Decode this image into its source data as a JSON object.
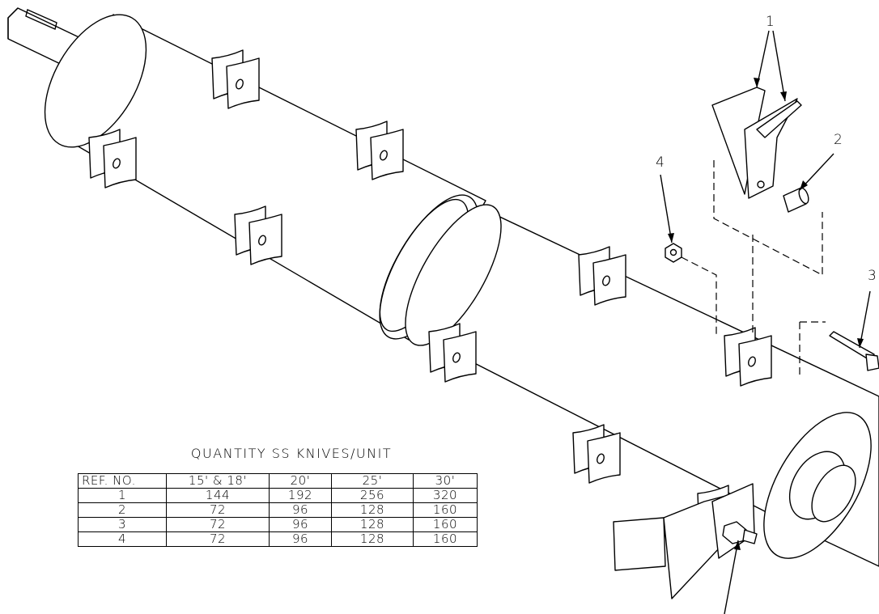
{
  "callouts": [
    "1",
    "2",
    "3",
    "4"
  ],
  "table": {
    "title": "QUANTITY SS KNIVES/UNIT",
    "headers": [
      "REF. NO.",
      "15' & 18'",
      "20'",
      "25'",
      "30'"
    ],
    "rows": [
      [
        "1",
        "144",
        "192",
        "256",
        "320"
      ],
      [
        "2",
        "72",
        "96",
        "128",
        "160"
      ],
      [
        "3",
        "72",
        "96",
        "128",
        "160"
      ],
      [
        "4",
        "72",
        "96",
        "128",
        "160"
      ]
    ]
  },
  "colors": {
    "line": "#000000",
    "background": "#ffffff"
  }
}
